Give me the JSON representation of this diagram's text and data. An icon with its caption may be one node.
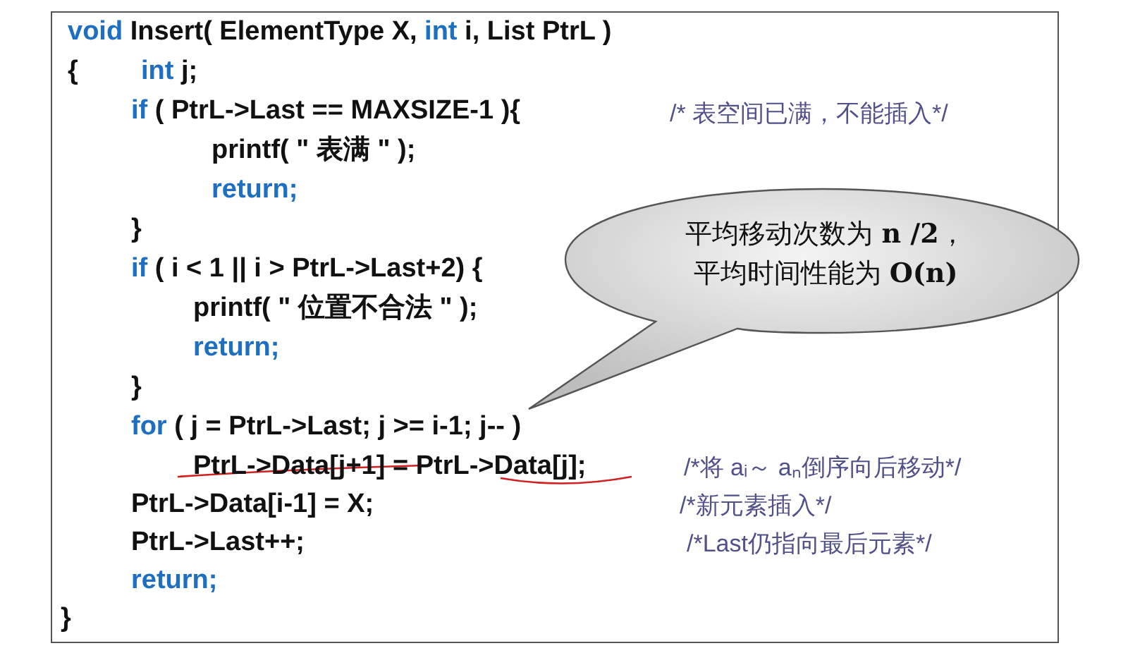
{
  "diagram": {
    "nodes": [
      {
        "text": [
          "平均移动次数为 **n /2**，平均时间性能为 **O(n)**"
        ]
      }
    ],
    "labels": [
      "void Insert( ElementType X, int i, List PtrL )",
      "{",
      "int j;",
      "if ( PtrL->Last == MAXSIZE-1 ){",
      "/* 表空间已满，不能插入*/",
      "printf( \" 表满 \" );",
      "return;",
      "}",
      "if ( i < 1 || i > PtrL->Last+2) {",
      "printf( \" 位置不合法 \" );",
      "return;",
      "}",
      "for ( j = PtrL->Last; j >= i-1; j-- )",
      "PtrL->Data[j+1] = PtrL->Data[j];",
      "/*将 aᵢ～ aₙ倒序向后移动*/",
      "PtrL->Data[i-1] = X;",
      "/*新元素插入*/",
      "PtrL->Last++;",
      "/*Last仍指向最后元素*/",
      "return;",
      "}"
    ]
  }
}
